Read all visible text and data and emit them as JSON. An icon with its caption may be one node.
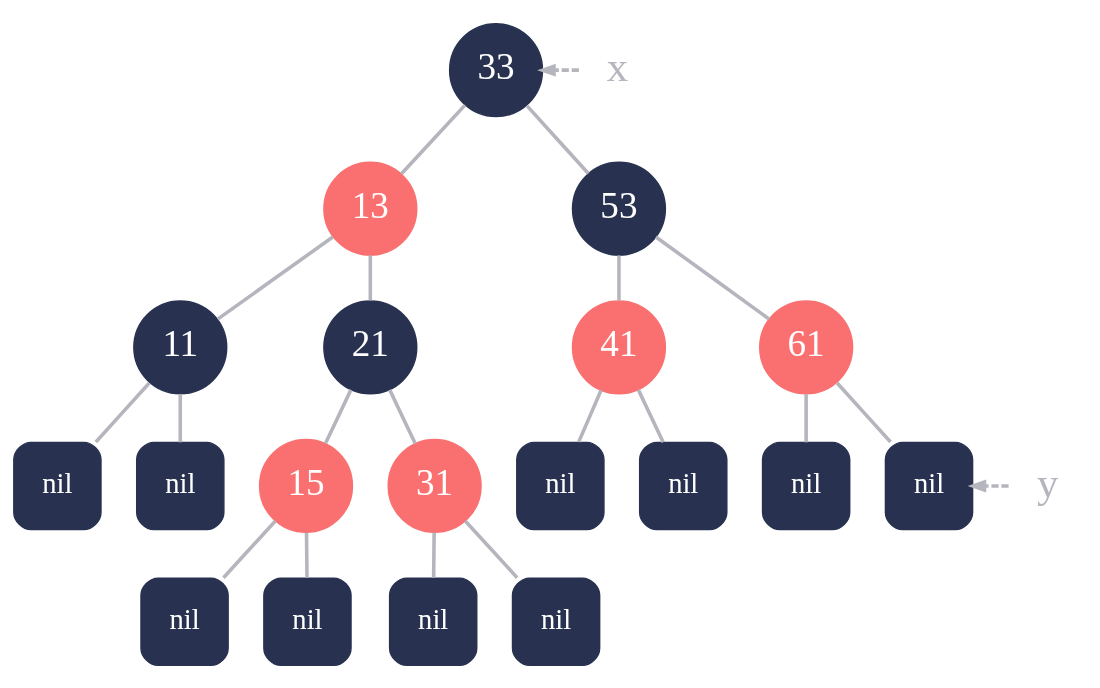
{
  "diagram": {
    "nodes": [
      {
        "text": [
          "33"
        ]
      },
      {
        "text": [
          "x"
        ]
      },
      {
        "text": [
          "13"
        ]
      },
      {
        "text": [
          "53"
        ]
      },
      {
        "text": [
          "11"
        ]
      },
      {
        "text": [
          "21"
        ]
      },
      {
        "text": [
          "41"
        ]
      },
      {
        "text": [
          "61"
        ]
      },
      {
        "text": [
          "nil"
        ]
      },
      {
        "text": [
          "nil"
        ]
      },
      {
        "text": [
          "15"
        ]
      },
      {
        "text": [
          "31"
        ]
      },
      {
        "text": [
          "nil"
        ]
      },
      {
        "text": [
          "nil"
        ]
      },
      {
        "text": [
          "nil"
        ]
      },
      {
        "text": [
          "nil"
        ]
      },
      {
        "text": [
          "y"
        ]
      },
      {
        "text": [
          "nil"
        ]
      },
      {
        "text": [
          "nil"
        ]
      },
      {
        "text": [
          "nil"
        ]
      },
      {
        "text": [
          "nil"
        ]
      }
    ],
    "edges": [
      {
        "from": 1,
        "to": 0,
        "arrow": "to",
        "style": "dashed"
      },
      {
        "from": 0,
        "to": 2,
        "arrow": "none"
      },
      {
        "from": 0,
        "to": 3,
        "arrow": "none"
      },
      {
        "from": 2,
        "to": 4,
        "arrow": "none"
      },
      {
        "from": 2,
        "to": 5,
        "arrow": "none"
      },
      {
        "from": 3,
        "to": 6,
        "arrow": "none"
      },
      {
        "from": 3,
        "to": 7,
        "arrow": "none"
      },
      {
        "from": 4,
        "to": 8,
        "arrow": "none"
      },
      {
        "from": 4,
        "to": 9,
        "arrow": "none"
      },
      {
        "from": 5,
        "to": 10,
        "arrow": "none"
      },
      {
        "from": 5,
        "to": 11,
        "arrow": "none"
      },
      {
        "from": 6,
        "to": 12,
        "arrow": "none"
      },
      {
        "from": 6,
        "to": 13,
        "arrow": "none"
      },
      {
        "from": 7,
        "to": 14,
        "arrow": "none"
      },
      {
        "from": 7,
        "to": 15,
        "arrow": "none"
      },
      {
        "from": 16,
        "to": 15,
        "arrow": "to",
        "style": "dashed"
      },
      {
        "from": 10,
        "to": 17,
        "arrow": "none"
      },
      {
        "from": 10,
        "to": 18,
        "arrow": "none"
      },
      {
        "from": 11,
        "to": 19,
        "arrow": "none"
      },
      {
        "from": 11,
        "to": 20,
        "arrow": "none"
      }
    ]
  }
}
